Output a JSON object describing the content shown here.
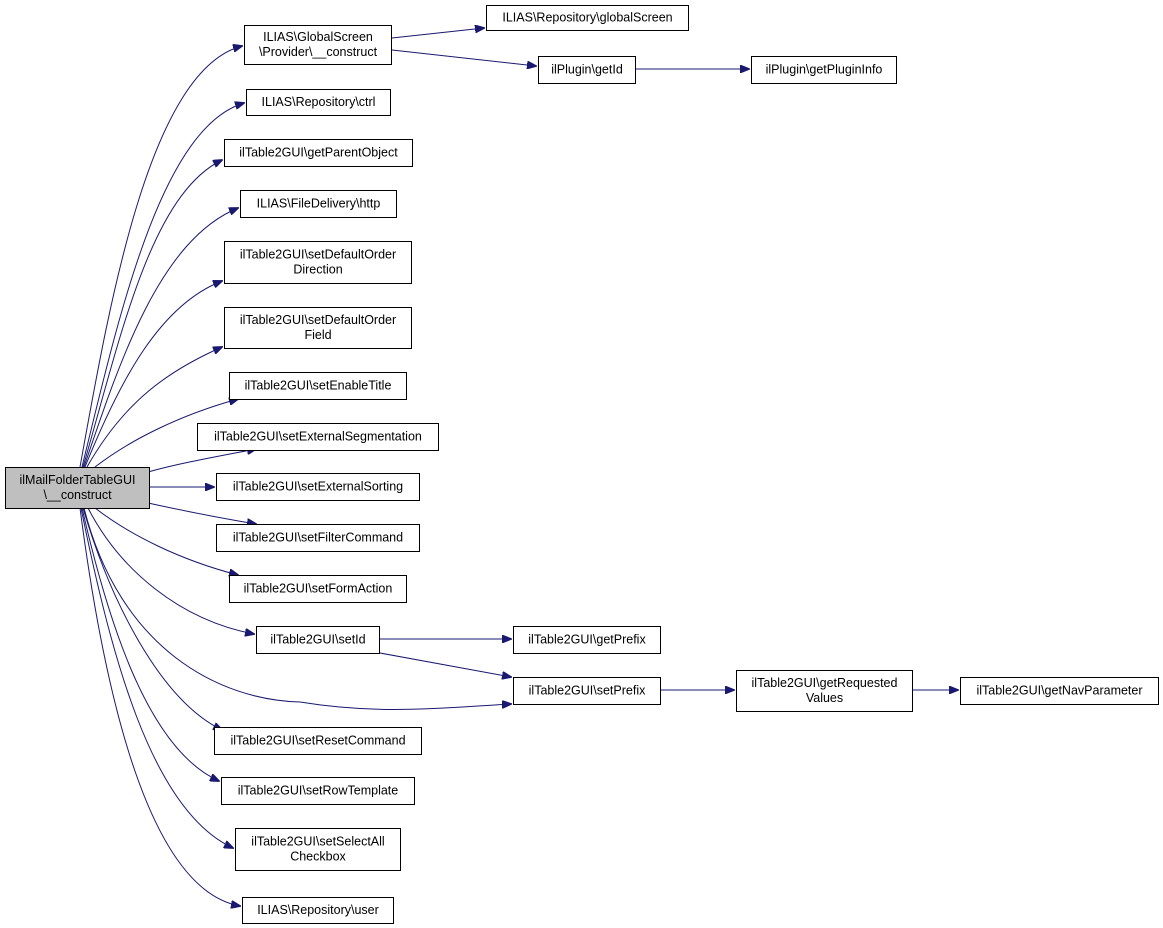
{
  "style": {
    "edge_color": "#191970",
    "node_border": "#000000",
    "root_fill": "#bfbfbf",
    "node_fill": "#ffffff"
  },
  "nodes": [
    {
      "id": "root",
      "lines": [
        "ilMailFolderTableGUI",
        "\\__construct"
      ],
      "root": true
    },
    {
      "id": "gs_construct",
      "lines": [
        "ILIAS\\GlobalScreen",
        "\\Provider\\__construct"
      ]
    },
    {
      "id": "repo_globalscreen",
      "lines": [
        "ILIAS\\Repository\\globalScreen"
      ]
    },
    {
      "id": "plugin_getid",
      "lines": [
        "ilPlugin\\getId"
      ]
    },
    {
      "id": "plugin_getplugininfo",
      "lines": [
        "ilPlugin\\getPluginInfo"
      ]
    },
    {
      "id": "repo_ctrl",
      "lines": [
        "ILIAS\\Repository\\ctrl"
      ]
    },
    {
      "id": "getparentobject",
      "lines": [
        "ilTable2GUI\\getParentObject"
      ]
    },
    {
      "id": "filedelivery_http",
      "lines": [
        "ILIAS\\FileDelivery\\http"
      ]
    },
    {
      "id": "setdefaultorderdirection",
      "lines": [
        "ilTable2GUI\\setDefaultOrder",
        "Direction"
      ]
    },
    {
      "id": "setdefaultorderfield",
      "lines": [
        "ilTable2GUI\\setDefaultOrder",
        "Field"
      ]
    },
    {
      "id": "setenabletitle",
      "lines": [
        "ilTable2GUI\\setEnableTitle"
      ]
    },
    {
      "id": "setexternalsegmentation",
      "lines": [
        "ilTable2GUI\\setExternalSegmentation"
      ]
    },
    {
      "id": "setexternalsorting",
      "lines": [
        "ilTable2GUI\\setExternalSorting"
      ]
    },
    {
      "id": "setfiltercommand",
      "lines": [
        "ilTable2GUI\\setFilterCommand"
      ]
    },
    {
      "id": "setformaction",
      "lines": [
        "ilTable2GUI\\setFormAction"
      ]
    },
    {
      "id": "setid",
      "lines": [
        "ilTable2GUI\\setId"
      ]
    },
    {
      "id": "getprefix",
      "lines": [
        "ilTable2GUI\\getPrefix"
      ]
    },
    {
      "id": "setprefix",
      "lines": [
        "ilTable2GUI\\setPrefix"
      ]
    },
    {
      "id": "getrequestedvalues",
      "lines": [
        "ilTable2GUI\\getRequested",
        "Values"
      ]
    },
    {
      "id": "getnavparameter",
      "lines": [
        "ilTable2GUI\\getNavParameter"
      ]
    },
    {
      "id": "setresetcommand",
      "lines": [
        "ilTable2GUI\\setResetCommand"
      ]
    },
    {
      "id": "setrowtemplate",
      "lines": [
        "ilTable2GUI\\setRowTemplate"
      ]
    },
    {
      "id": "setselectallcheckbox",
      "lines": [
        "ilTable2GUI\\setSelectAll",
        "Checkbox"
      ]
    },
    {
      "id": "repo_user",
      "lines": [
        "ILIAS\\Repository\\user"
      ]
    }
  ],
  "edges": [
    {
      "from": "root",
      "to": "gs_construct"
    },
    {
      "from": "root",
      "to": "repo_ctrl"
    },
    {
      "from": "root",
      "to": "getparentobject"
    },
    {
      "from": "root",
      "to": "filedelivery_http"
    },
    {
      "from": "root",
      "to": "setdefaultorderdirection"
    },
    {
      "from": "root",
      "to": "setdefaultorderfield"
    },
    {
      "from": "root",
      "to": "setenabletitle"
    },
    {
      "from": "root",
      "to": "setexternalsegmentation"
    },
    {
      "from": "root",
      "to": "setexternalsorting"
    },
    {
      "from": "root",
      "to": "setfiltercommand"
    },
    {
      "from": "root",
      "to": "setformaction"
    },
    {
      "from": "root",
      "to": "setid"
    },
    {
      "from": "root",
      "to": "setprefix"
    },
    {
      "from": "root",
      "to": "setresetcommand"
    },
    {
      "from": "root",
      "to": "setrowtemplate"
    },
    {
      "from": "root",
      "to": "setselectallcheckbox"
    },
    {
      "from": "root",
      "to": "repo_user"
    },
    {
      "from": "gs_construct",
      "to": "repo_globalscreen"
    },
    {
      "from": "gs_construct",
      "to": "plugin_getid"
    },
    {
      "from": "plugin_getid",
      "to": "plugin_getplugininfo"
    },
    {
      "from": "setid",
      "to": "getprefix"
    },
    {
      "from": "setid",
      "to": "setprefix"
    },
    {
      "from": "setprefix",
      "to": "getrequestedvalues"
    },
    {
      "from": "getrequestedvalues",
      "to": "getnavparameter"
    }
  ]
}
